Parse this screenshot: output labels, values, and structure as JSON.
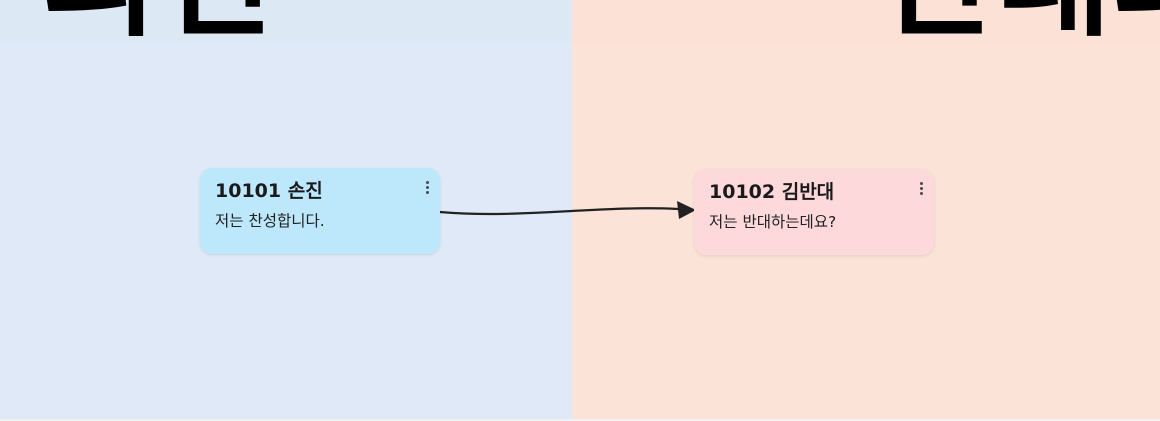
{
  "board": {
    "colors": {
      "left_column": "#e0e9f8",
      "left_band": "#d6e8f2",
      "right_column": "#fce3d8",
      "right_band": "#fbe0d4"
    },
    "columns": [
      {
        "heading": "의견",
        "cards": [
          {
            "title": "10101 손진",
            "body": "저는 찬성합니다.",
            "color": "#bde7fb",
            "menu_icon": "more-vertical-icon"
          }
        ]
      },
      {
        "heading": "반대의",
        "cards": [
          {
            "title": "10102 김반대",
            "body": "저는 반대하는데요?",
            "color": "#fdd9dc",
            "menu_icon": "more-vertical-icon"
          }
        ]
      }
    ],
    "connector": {
      "from": "10101 손진",
      "to": "10102 김반대",
      "color": "#222222",
      "arrow_icon": "arrow-head-icon"
    }
  }
}
